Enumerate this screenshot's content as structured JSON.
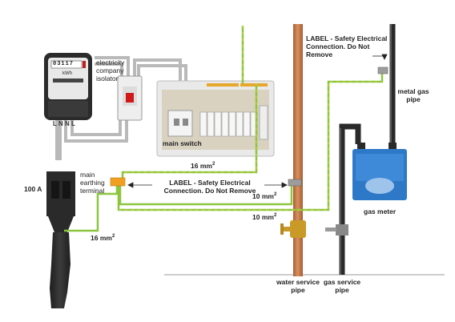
{
  "labels": {
    "electricity_isolator": "electricity company isolator",
    "main_switch": "main switch",
    "main_earthing_terminal": "main earthing terminal",
    "fuse_rating": "100 A",
    "label_top": "LABEL - Safety Electrical Connection. Do Not Remove",
    "label_middle": "LABEL - Safety Electrical Connection. Do Not Remove",
    "cable_16_top": "16 mm",
    "cable_16_bottom": "16 mm",
    "cable_10_upper": "10 mm",
    "cable_10_lower": "10 mm",
    "squared": "2",
    "metal_gas_pipe": "metal gas pipe",
    "gas_meter": "gas meter",
    "water_service_pipe": "water service pipe",
    "gas_service_pipe": "gas service pipe"
  },
  "meter": {
    "reading": "03117",
    "unit": "kWh",
    "terminals": [
      "L",
      "N",
      "N",
      "L"
    ]
  },
  "colors": {
    "earth_wire": "#8cc63f",
    "earth_wire_stripe": "#f2d43a",
    "copper_pipe": "#c47a48",
    "grey_cable": "#b9b9b9",
    "gas_meter_blue": "#2e78c8",
    "gas_pipe_dark": "#2a2a2a",
    "terminal_block": "#f0a020"
  }
}
